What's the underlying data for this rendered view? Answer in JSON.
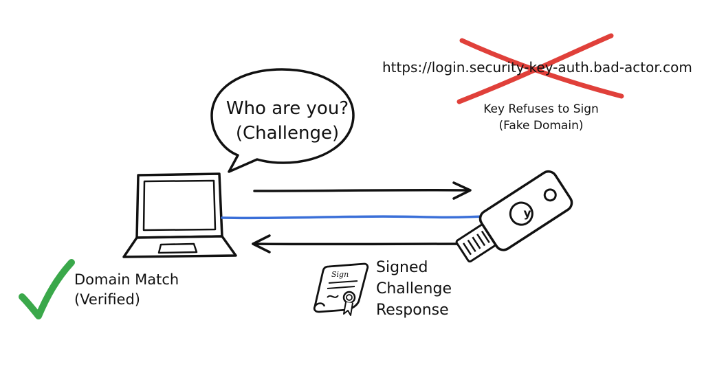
{
  "bubble": {
    "line1": "Who are you?",
    "line2": "(Challenge)"
  },
  "phishing": {
    "url": "https://login.security-key-auth.bad-actor.com",
    "refusal_line1": "Key Refuses to Sign",
    "refusal_line2": "(Fake Domain)"
  },
  "verification": {
    "line1": "Domain Match",
    "line2": "(Verified)"
  },
  "response": {
    "line1": "Signed",
    "line2": "Challenge",
    "line3": "Response"
  },
  "certificate": {
    "signature_text": "Sign"
  },
  "security_key": {
    "logo_letter": "y"
  },
  "colors": {
    "ink": "#111111",
    "link_line": "#3a6fd8",
    "cross": "#e0403a",
    "check": "#3aa84a"
  }
}
